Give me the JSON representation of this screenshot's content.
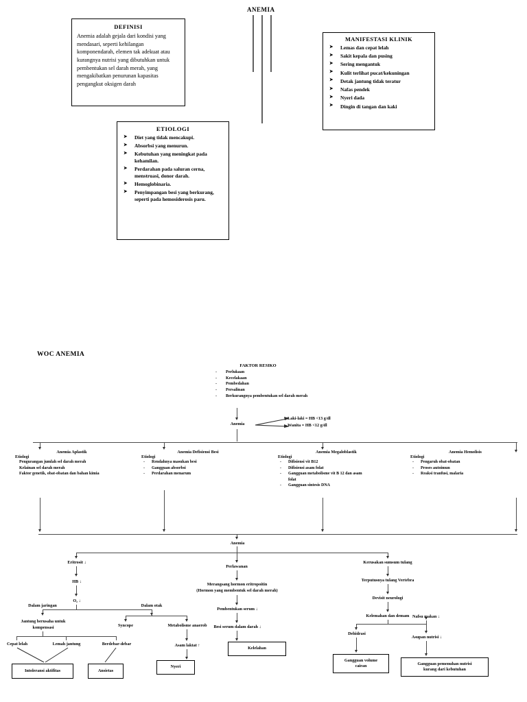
{
  "page": {
    "top_heading": "ANEMIA",
    "woc_heading": "WOC ANEMIA"
  },
  "definisi": {
    "title": "DEFINISI",
    "body": "Anemia adalah gejala dari kondisi yang mendasari, seperti kehilangan komponendarah, elemen tak adekuat atau kurangnya nutrisi yang dibutuhkan untuk pembentukan sel darah merah, yang mengakibatkan penurunan kapasitas pengangkut oksigen darah"
  },
  "manifestasi": {
    "title": "MANIFESTASI KLINIK",
    "items": [
      "Lemas dan cepat lelah",
      "Sakit kepala dan pusing",
      "Sering mengantuk",
      "Kulit terlihat pucat/kekuningan",
      "Detak jantung tidak teratur",
      "Nafas pendek",
      "Nyeri dada",
      "Dingin di tangan dan kaki"
    ]
  },
  "etiologi": {
    "title": "ETIOLOGI",
    "items": [
      "Diet yang tidak mencakupi.",
      "Absorbsi yang menurun.",
      "Kebutuhan yang meningkat pada kehamilan.",
      "Perdarahan pada saluran cerna, menstruasi, donor darah.",
      "Hemoglobinaria.",
      "Penyimpangan besi yang berkurang, seperti pada hemosiderosis paru."
    ]
  },
  "woc": {
    "faktor_resiko": {
      "title": "FAKTOR RESIKO",
      "items": [
        "Perlukaan",
        "Kecelakaan",
        "Pembedahan",
        "Persalinan",
        "Berkurangnya pembentukan sel darah merah"
      ]
    },
    "anemia_node": "Anemia",
    "hb_criteria": [
      "Laki-laki = HB <13 g/dl",
      "Wanita    = HB <12 g/dl"
    ],
    "types": [
      {
        "name": "Anemia Aplastik",
        "etio_label": "Etiologi",
        "bullets_style": "plain",
        "etiologi": [
          "Pengurangan jumlah sel darah merah",
          "Kelainan sel darah merah",
          "Faktor genetik, obat-obatan dan bahan kimia"
        ]
      },
      {
        "name": "Anemia Defisiensi Besi",
        "etio_label": "Etiologi",
        "bullets_style": "dash",
        "etiologi": [
          "Rendahnya masukan besi",
          "Gangguan absorbsi",
          "Perdarahan menarum"
        ]
      },
      {
        "name": "Anemia Megaloblastik",
        "etio_label": "Etiologi",
        "bullets_style": "dash",
        "etiologi": [
          "Difisiensi vit B12",
          "Difisiensi asam folat",
          "Gangguan metabolisme vit B 12 dan asam folat",
          "Gangguan sintesis DNA"
        ]
      },
      {
        "name": "Anemia Hemolisis",
        "etio_label": "Etiologi",
        "bullets_style": "dash",
        "etiologi": [
          "Pengaruh obat-obatan",
          "Proses autoimun",
          "Reaksi tranfusi, malaria"
        ]
      }
    ],
    "anemia_hub": "Anemia",
    "branch_left": {
      "n1": "Eritrosit ↓",
      "n2": "HB ↓",
      "n3": "O₂ ↓",
      "tissue": "Dalam jaringan",
      "tissue_effect": "Jantung berusaha untuk kompensasi",
      "tissue_symptoms": [
        "Cepat lelah",
        "Lemah jantung",
        "Berdebar-debar"
      ],
      "brain": "Dalam otak",
      "brain_symptoms": [
        "Syncope",
        "Metabolisme anaerob"
      ],
      "asam_laktat": "Asam laktat ↑",
      "outcome_intoleransi": "Intoleransi aktifitas",
      "outcome_ansietas": "Ansietas",
      "outcome_nyeri": "Nyeri"
    },
    "branch_middle": {
      "n1": "Perlawanan",
      "n2_line1": "Merangsang hormon eritropoitin",
      "n2_line2": "(Hormon yang membentuk sel darah merah)",
      "n3": "Pembentukan serum ↓",
      "n4": "Besi serum dalam darah ↓",
      "outcome": "Kelelahan"
    },
    "branch_right": {
      "n1": "Kerusakan sumsum tulang",
      "n2": "Terputusnya tulang Vertebra",
      "n3": "Devisit neurologi",
      "n4": "Kelemahan dan demam",
      "dehidrasi": "Dehidrasi",
      "nafsu_makan": "Nafsu makan ↓",
      "asupan": "Asupan nutrisi ↓",
      "outcome_cairan_line1": "Gangguan volume",
      "outcome_cairan_line2": "cairan",
      "outcome_nutrisi_line1": "Gangguan pemenuhan nutrisi",
      "outcome_nutrisi_line2": "kurang dari kebutuhan"
    }
  }
}
